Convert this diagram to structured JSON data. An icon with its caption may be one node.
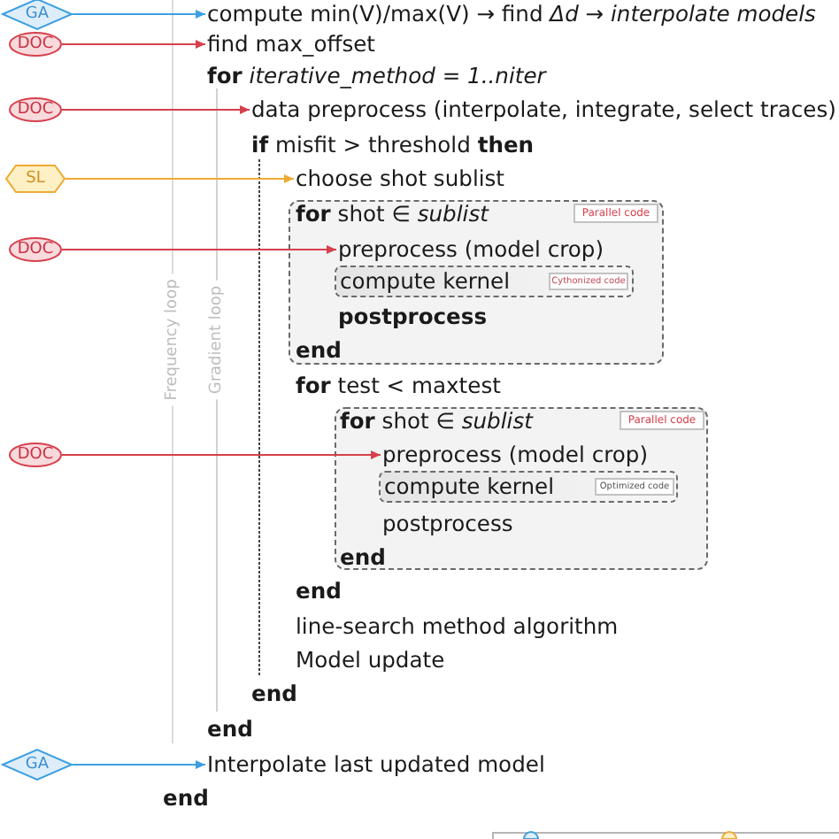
{
  "diagram": {
    "nodes": [
      {
        "text": [
          "GA"
        ]
      },
      {
        "text": [
          "compute min(V)/max(V) → find *Δd* → *interpolate models*"
        ]
      },
      {
        "text": [
          "DOC"
        ]
      },
      {
        "text": [
          "find max_offset"
        ]
      },
      {
        "text": [
          "DOC"
        ]
      },
      {
        "text": [
          "data preprocess (interpolate, integrate, select traces)"
        ]
      },
      {
        "text": [
          "SL"
        ]
      },
      {
        "text": [
          "choose shot sublist"
        ]
      },
      {
        "text": [
          "**for** shot ∈ *sublist*",
          "postprocess",
          "end"
        ]
      },
      {
        "text": [
          "Parallel code"
        ],
        "in": 8
      },
      {
        "text": [
          "DOC"
        ]
      },
      {
        "text": [
          "preprocess (model crop)"
        ],
        "in": 8
      },
      {
        "text": [
          "compute kernel"
        ],
        "in": 8
      },
      {
        "text": [
          "Cythonized code"
        ],
        "in": 12
      },
      {
        "text": [
          "**for** shot ∈ *sublist*",
          "postprocess",
          "end"
        ]
      },
      {
        "text": [
          "Parallel code"
        ],
        "in": 14
      },
      {
        "text": [
          "DOC"
        ]
      },
      {
        "text": [
          "preprocess (model crop)"
        ],
        "in": 14
      },
      {
        "text": [
          "compute kernel"
        ],
        "in": 14
      },
      {
        "text": [
          "Optimized code"
        ],
        "in": 18
      },
      {
        "text": [
          "GA"
        ]
      },
      {
        "text": [
          "Interpolate last updated model"
        ]
      }
    ],
    "edges": [
      {
        "from": 0,
        "to": 1,
        "arrow": "to",
        "color": "#3d9fe0"
      },
      {
        "from": 2,
        "to": 3,
        "arrow": "to"
      },
      {
        "from": 4,
        "to": 5,
        "arrow": "to"
      },
      {
        "from": 6,
        "to": 7,
        "arrow": "to",
        "color": "#eeaa33"
      },
      {
        "from": 10,
        "to": 11,
        "arrow": "to"
      },
      {
        "from": 16,
        "to": 17,
        "arrow": "to"
      },
      {
        "from": 20,
        "to": 21,
        "arrow": "to",
        "color": "#3d9fe0"
      }
    ],
    "labels": [
      "**for** *iterative_method = 1..niter*",
      "**if** misfit > threshold **then**",
      "Frequency loop",
      "Gradient loop",
      "**for** test < maxtest",
      "end",
      "line-search method algorithm",
      "Model update",
      "end",
      "end",
      "end"
    ]
  }
}
